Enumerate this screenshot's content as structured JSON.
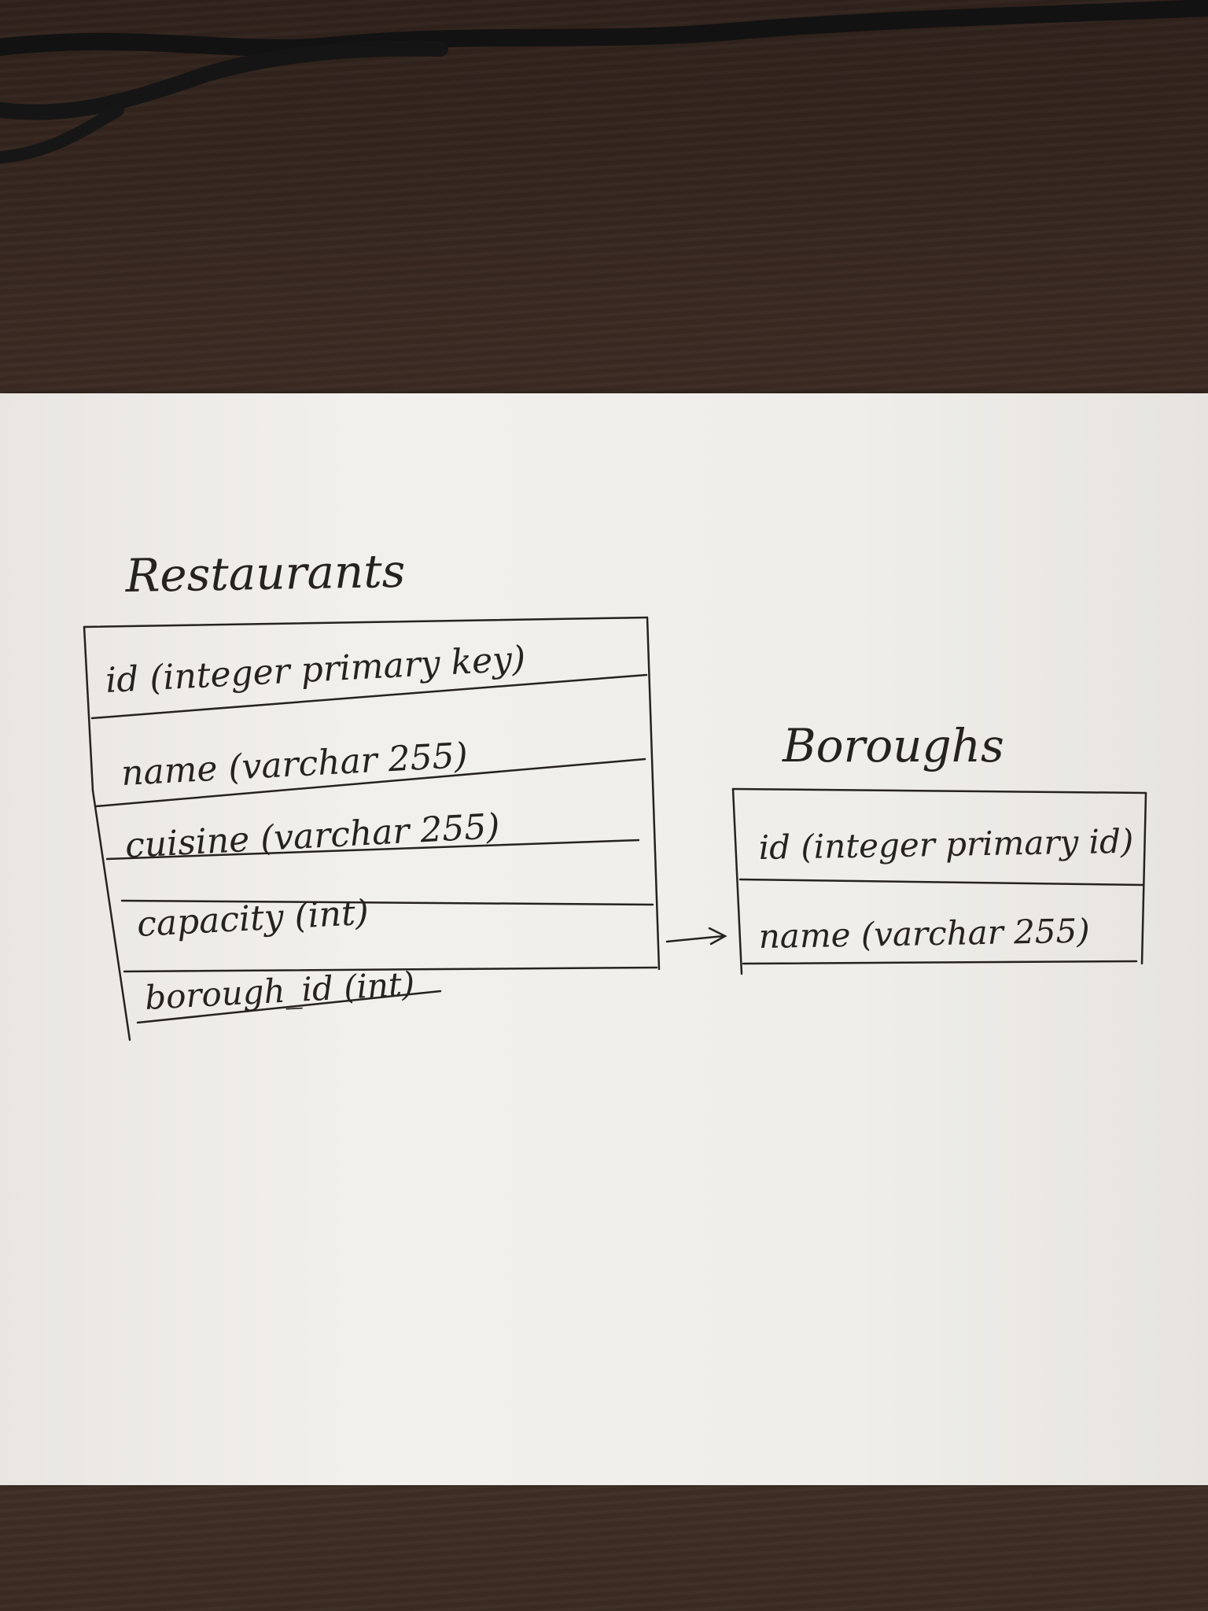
{
  "tables": [
    {
      "title": "Restaurants",
      "rows": [
        "id (integer primary key)",
        "name (varchar 255)",
        "cuisine (varchar 255)",
        "capacity (int)",
        "borough_id (int)"
      ]
    },
    {
      "title": "Boroughs",
      "rows": [
        "id (integer primary id)",
        "name (varchar 255)"
      ]
    }
  ],
  "relationship": {
    "from": "Restaurants",
    "to": "Boroughs"
  },
  "colors": {
    "ink": "#26221f",
    "paper": "#f0eeea",
    "desk": "#3a2a22"
  }
}
